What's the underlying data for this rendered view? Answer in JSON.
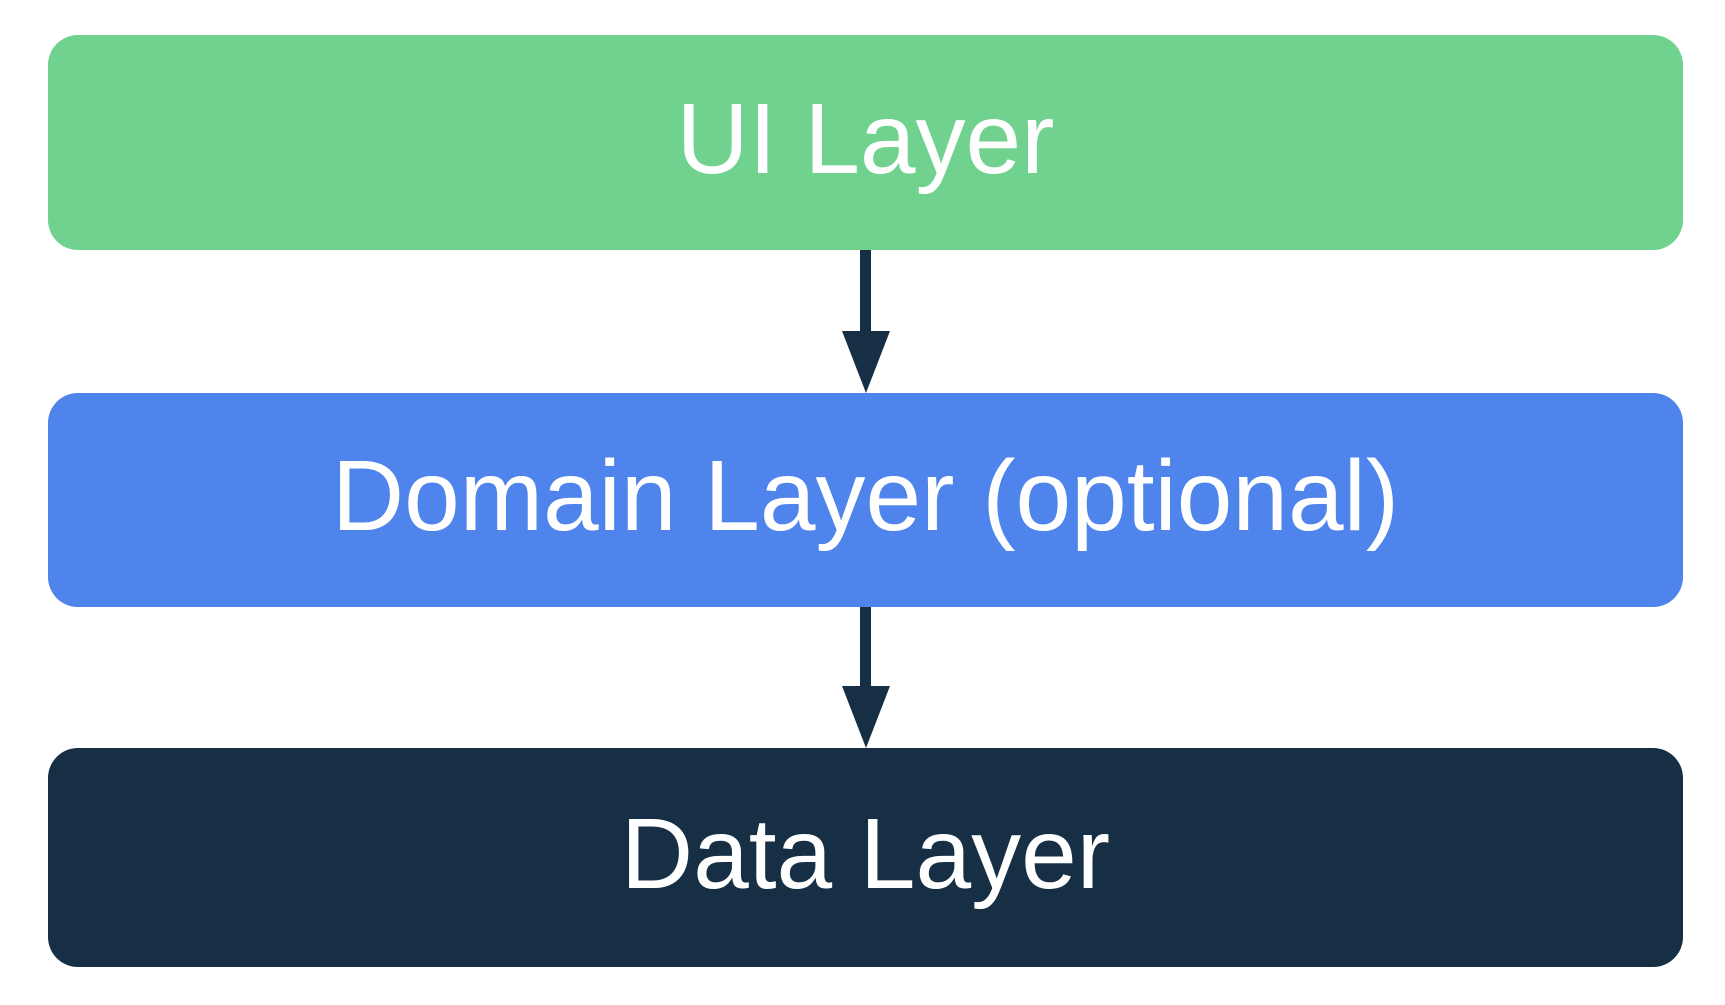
{
  "diagram": {
    "name": "app-architecture-layers",
    "background_color": "#ffffff",
    "arrow_color": "#172f45",
    "layers": [
      {
        "id": "ui",
        "label": "UI Layer",
        "color": "#70d28e",
        "text_color": "#ffffff"
      },
      {
        "id": "domain",
        "label": "Domain Layer (optional)",
        "color": "#4e84ec",
        "text_color": "#ffffff"
      },
      {
        "id": "data",
        "label": "Data Layer",
        "color": "#172f45",
        "text_color": "#ffffff"
      }
    ],
    "arrows": [
      {
        "from": "ui",
        "to": "domain",
        "direction": "down"
      },
      {
        "from": "domain",
        "to": "data",
        "direction": "down"
      }
    ]
  }
}
